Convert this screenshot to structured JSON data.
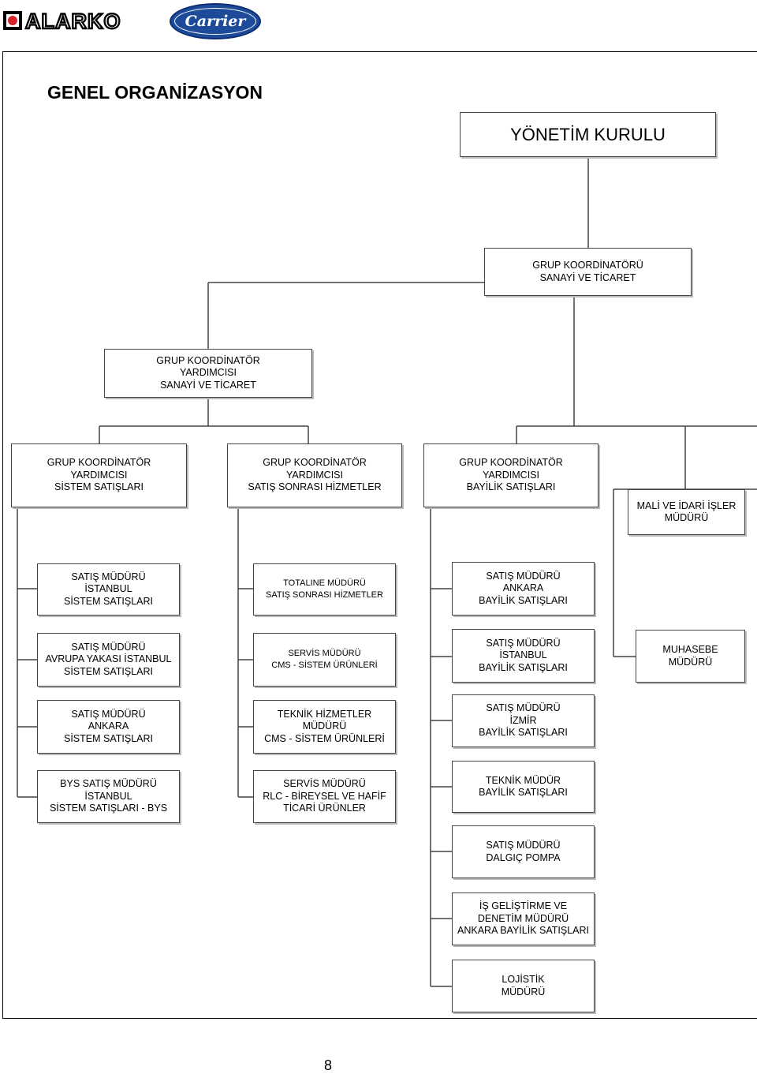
{
  "header": {
    "logo_left_text": "ALARKO",
    "logo_right_text": "Carrier"
  },
  "page_title": "GENEL ORGANİZASYON",
  "page_number": "8",
  "colors": {
    "logo_red": "#d4232a",
    "carrier_blue": "#1d4b9a"
  },
  "nodes": {
    "yonetim_kurulu": "YÖNETİM KURULU",
    "grup_koordinatoru": "GRUP KOORDİNATÖRÜ\nSANAYİ VE TİCARET",
    "gky_sanayi": "GRUP KOORDİNATÖR\nYARDIMCISI\nSANAYİ VE TİCARET",
    "gky_sistem": "GRUP KOORDİNATÖR\nYARDIMCISI\nSİSTEM SATIŞLARI",
    "gky_satis_sonrasi": "GRUP KOORDİNATÖR\nYARDIMCISI\nSATIŞ SONRASI HİZMETLER",
    "gky_bayilik": "GRUP KOORDİNATÖR\nYARDIMCISI\nBAYİLİK SATIŞLARI",
    "mali_idari": "MALİ VE İDARİ İŞLER\nMÜDÜRÜ",
    "sm_istanbul_sistem": "SATIŞ MÜDÜRÜ\nİSTANBUL\nSİSTEM SATIŞLARI",
    "sm_avrupa_sistem": "SATIŞ MÜDÜRÜ\nAVRUPA YAKASI İSTANBUL\nSİSTEM SATIŞLARI",
    "sm_ankara_sistem": "SATIŞ MÜDÜRÜ\nANKARA\nSİSTEM SATIŞLARI",
    "bys_satis": "BYS SATIŞ MÜDÜRÜ\nİSTANBUL\nSİSTEM SATIŞLARI - BYS",
    "totaline": "TOTALINE MÜDÜRÜ\nSATIŞ SONRASI HİZMETLER",
    "servis_cms": "SERVİS MÜDÜRÜ\nCMS - SİSTEM ÜRÜNLERİ",
    "teknik_cms": "TEKNİK HİZMETLER\nMÜDÜRÜ\nCMS - SİSTEM ÜRÜNLERİ",
    "servis_rlc": "SERVİS MÜDÜRÜ\nRLC - BİREYSEL VE HAFİF\nTİCARİ ÜRÜNLER",
    "sm_ankara_bayilik": "SATIŞ MÜDÜRÜ\nANKARA\nBAYİLİK SATIŞLARI",
    "sm_istanbul_bayilik": "SATIŞ MÜDÜRÜ\nİSTANBUL\nBAYİLİK SATIŞLARI",
    "sm_izmir_bayilik": "SATIŞ MÜDÜRÜ\nİZMİR\nBAYİLİK SATIŞLARI",
    "teknik_bayilik": "TEKNİK MÜDÜR\nBAYİLİK SATIŞLARI",
    "sm_dalgic": "SATIŞ MÜDÜRÜ\nDALGIÇ POMPA",
    "is_gelistirme": "İŞ GELİŞTİRME VE\nDENETİM MÜDÜRÜ\nANKARA BAYİLİK SATIŞLARI",
    "lojistik": "LOJİSTİK\nMÜDÜRÜ",
    "muhasebe": "MUHASEBE\nMÜDÜRÜ"
  }
}
